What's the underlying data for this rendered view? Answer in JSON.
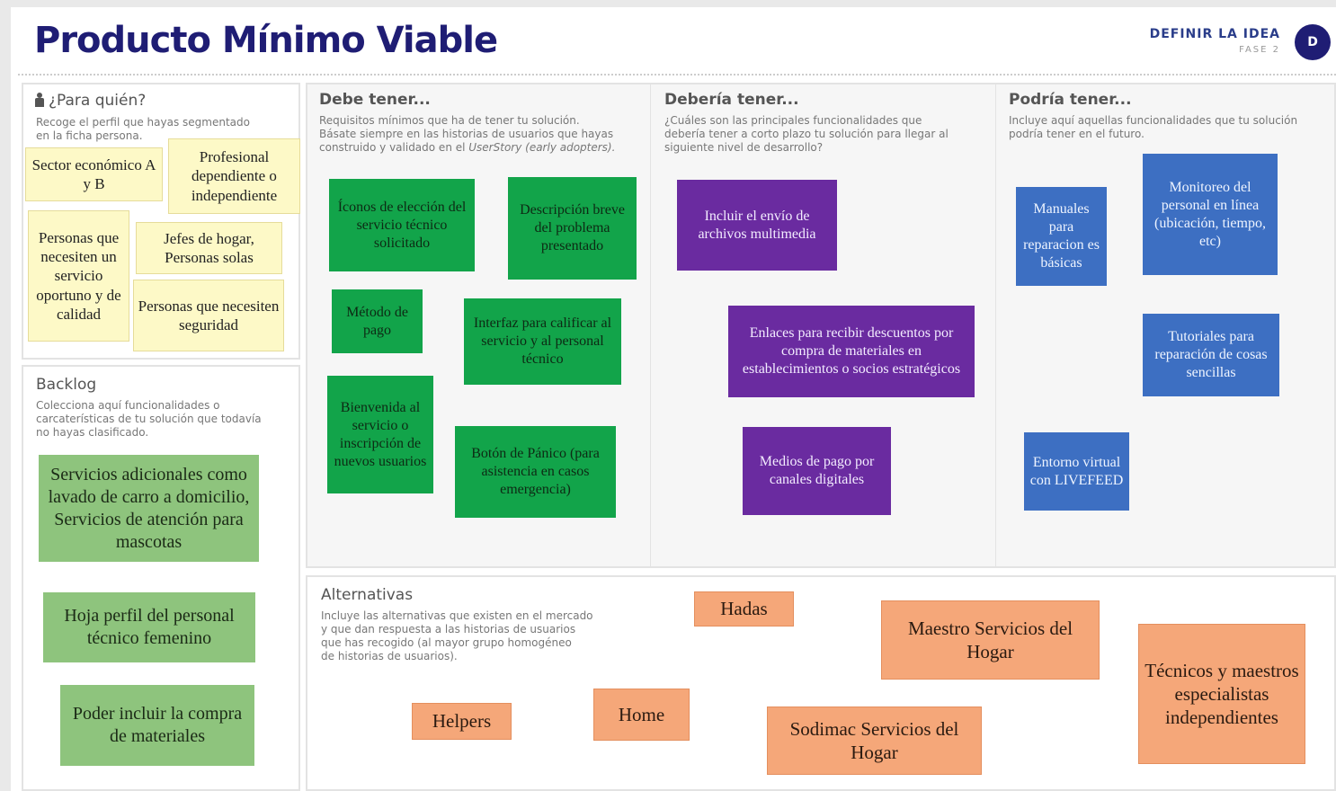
{
  "header": {
    "title": "Producto Mínimo Viable",
    "phase_label": "DEFINIR LA IDEA",
    "phase_sub": "FASE 2",
    "avatar_initial": "D"
  },
  "para_quien": {
    "heading": "¿Para quién?",
    "icon": "person-icon",
    "desc_1": "Recoge el perfil que hayas segmentado",
    "desc_2": "en la ficha persona.",
    "notes": [
      "Sector económico A y B",
      "Profesional dependiente o independiente",
      "Personas que necesiten un servicio oportuno y de calidad",
      "Jefes de hogar, Personas solas",
      "Personas que necesiten seguridad"
    ]
  },
  "backlog": {
    "heading": "Backlog",
    "desc_1": "Colecciona aquí funcionalidades o",
    "desc_2": "carcaterísticas de tu solución que todavía",
    "desc_3": "no hayas clasificado.",
    "notes": [
      "Servicios adicionales como lavado de carro a domicilio, Servicios de atención para mascotas",
      "Hoja perfil del personal técnico femenino",
      "Poder incluir la compra de materiales"
    ]
  },
  "debe": {
    "heading": "Debe tener...",
    "desc_1": "Requisitos mínimos que ha de tener tu solución.",
    "desc_2": "Básate siempre en las historias de usuarios que hayas",
    "desc_3a": "construido y validado en el ",
    "desc_3b": "UserStory (early adopters).",
    "notes": [
      "Íconos de elección del servicio técnico solicitado",
      "Descripción breve del problema presentado",
      "Método de pago",
      "Interfaz para calificar al servicio y al personal técnico",
      "Bienvenida al servicio o inscripción de nuevos usuarios",
      "Botón de Pánico (para asistencia en casos emergencia)"
    ]
  },
  "deberia": {
    "heading": "Debería tener...",
    "desc_1": "¿Cuáles son las principales funcionalidades que",
    "desc_2": "debería tener a corto plazo tu solución para llegar al",
    "desc_3": "siguiente nivel de desarrollo?",
    "notes": [
      "Incluir el envío de archivos multimedia",
      "Enlaces para recibir descuentos por compra de materiales en establecimientos o socios estratégicos",
      "Medios de pago por canales digitales"
    ]
  },
  "podria": {
    "heading": "Podría tener...",
    "desc_1": "Incluye aquí aquellas funcionalidades que tu solución",
    "desc_2": "podría tener en el futuro.",
    "notes": [
      "Manuales para reparacion es básicas",
      "Monitoreo del personal en línea (ubicación, tiempo, etc)",
      "Tutoriales para reparación de cosas sencillas",
      "Entorno virtual con LIVEFEED"
    ]
  },
  "alternativas": {
    "heading": "Alternativas",
    "desc_1": "Incluye las alternativas que existen en el mercado",
    "desc_2": "y que dan respuesta a las historias de usuarios",
    "desc_3": "que has recogido (al mayor grupo homogéneo",
    "desc_4": "de historias de usuarios).",
    "notes": [
      "Hadas",
      "Maestro Servicios del Hogar",
      "Técnicos y maestros especialistas independientes",
      "Helpers",
      "Home",
      "Sodimac Servicios del Hogar"
    ]
  }
}
